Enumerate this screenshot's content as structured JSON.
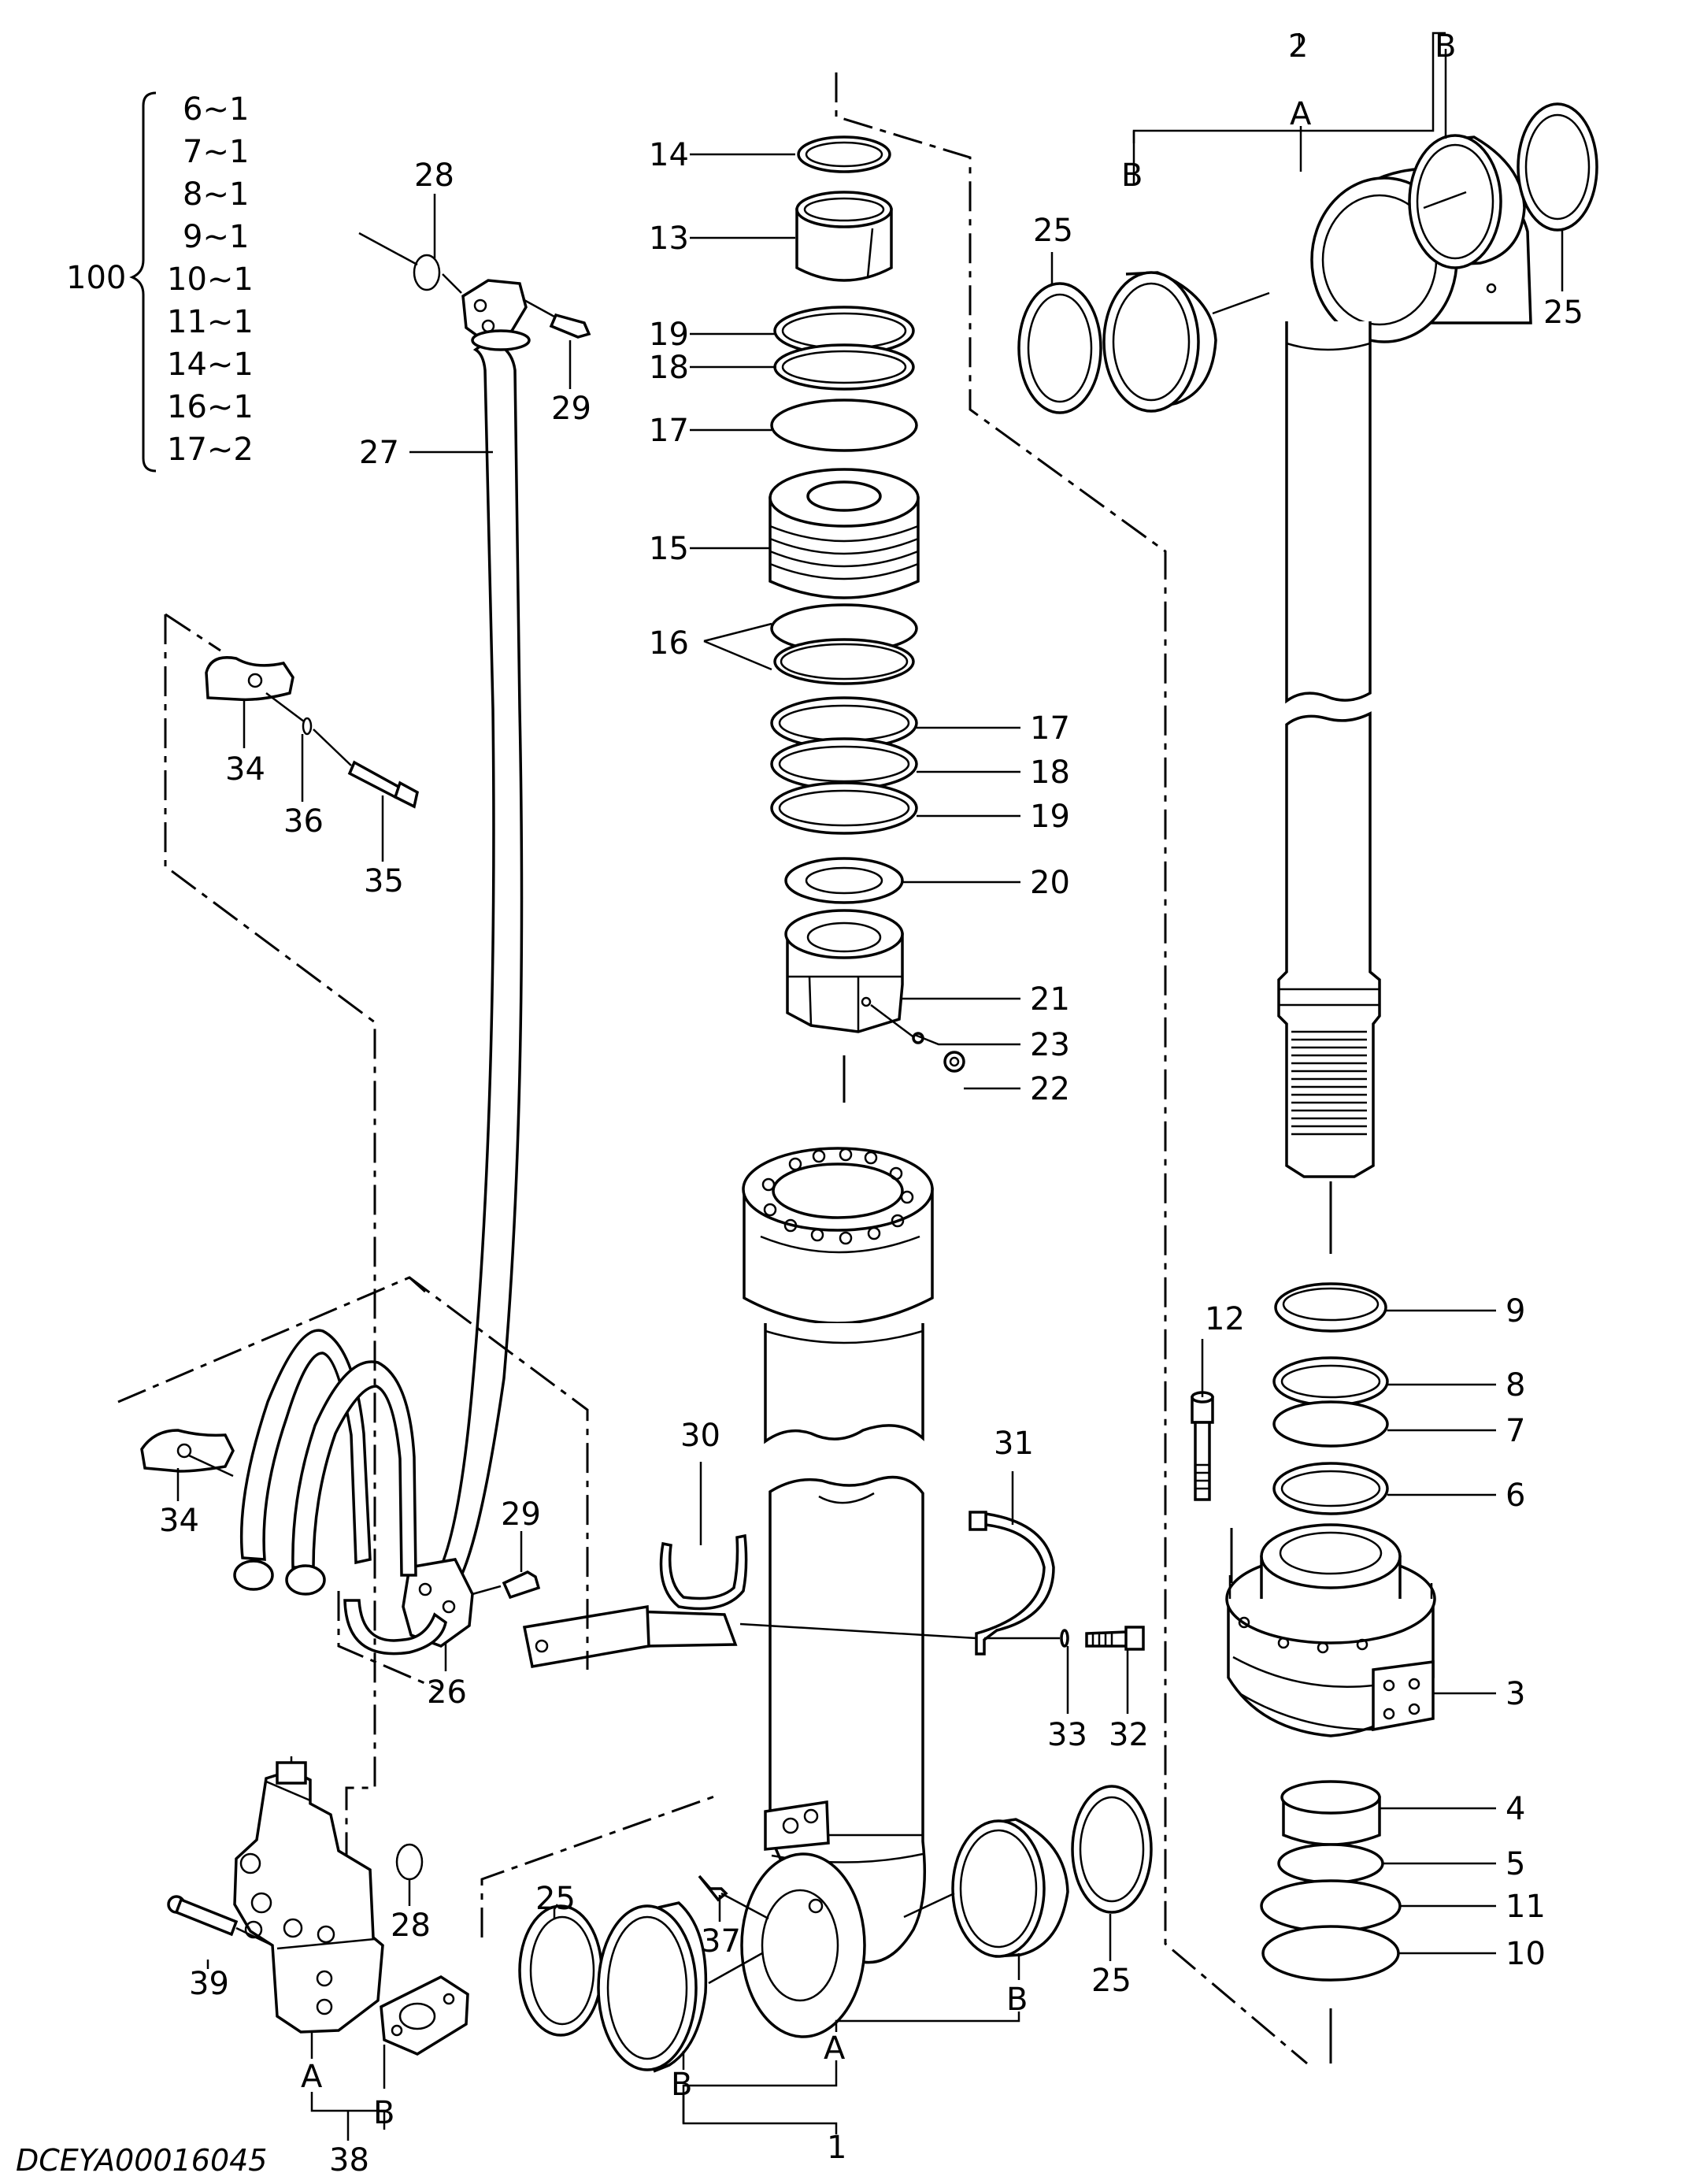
{
  "drawing_code": "DCEYA00016045",
  "kit": {
    "number": "100",
    "entries": [
      "6~1",
      "7~1",
      "8~1",
      "9~1",
      "10~1",
      "11~1",
      "14~1",
      "16~1",
      "17~2"
    ]
  },
  "callouts": {
    "c1": "1",
    "c2": "2",
    "c3": "3",
    "c4": "4",
    "c5": "5",
    "c6": "6",
    "c7": "7",
    "c8": "8",
    "c9": "9",
    "c10": "10",
    "c11": "11",
    "c12": "12",
    "c13": "13",
    "c14": "14",
    "c15": "15",
    "c16": "16",
    "c17a": "17",
    "c17b": "17",
    "c18a": "18",
    "c18b": "18",
    "c19a": "19",
    "c19b": "19",
    "c20": "20",
    "c21": "21",
    "c22": "22",
    "c23": "23",
    "c25a": "25",
    "c25b": "25",
    "c25c": "25",
    "c25d": "25",
    "c26": "26",
    "c27": "27",
    "c28a": "28",
    "c28b": "28",
    "c29a": "29",
    "c29b": "29",
    "c30": "30",
    "c31": "31",
    "c32": "32",
    "c33": "33",
    "c34a": "34",
    "c34b": "34",
    "c35": "35",
    "c36": "36",
    "c37": "37",
    "c38": "38",
    "c39": "39"
  },
  "markers": {
    "rod_a": "A",
    "rod_b1": "B",
    "rod_b2": "B",
    "tube_a": "A",
    "tube_b1": "B",
    "tube_b2": "B",
    "valve_a": "A",
    "valve_b": "B"
  }
}
